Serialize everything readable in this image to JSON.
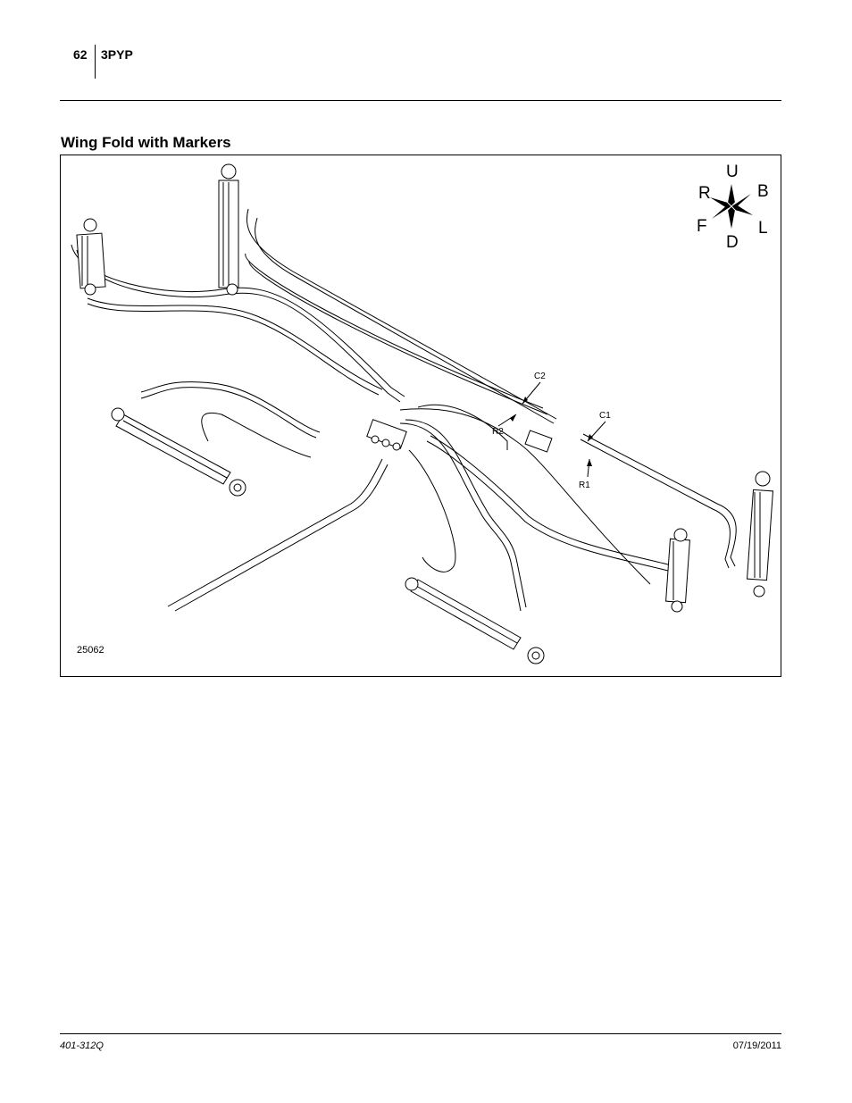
{
  "header": {
    "page_number": "62",
    "model": "3PYP"
  },
  "section": {
    "title": "Wing Fold with Markers"
  },
  "figure": {
    "number": "25062",
    "callouts": {
      "c2": "C2",
      "c1": "C1",
      "r2": "R2",
      "r1": "R1"
    },
    "compass": {
      "up": "U",
      "down": "D",
      "right": "R",
      "left": "L",
      "back": "B",
      "front": "F"
    }
  },
  "footer": {
    "doc_number": "401-312Q",
    "date": "07/19/2011"
  }
}
